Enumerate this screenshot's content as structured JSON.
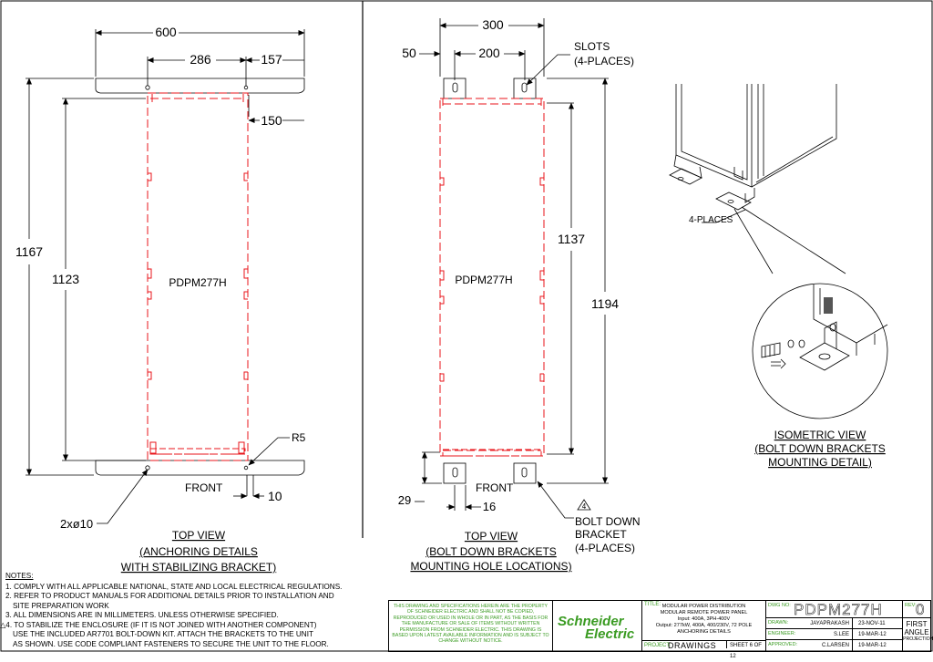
{
  "views": {
    "left": {
      "dims": {
        "w600": "600",
        "w286": "286",
        "w157": "157",
        "w150": "150",
        "h1167": "1167",
        "h1123": "1123",
        "r5": "R5",
        "front": "FRONT",
        "d10": "10",
        "hole": "2xø10"
      },
      "label": "PDPM277H",
      "title1": "TOP VIEW",
      "title2": "(ANCHORING DETAILS",
      "title3": "WITH STABILIZING BRACKET)"
    },
    "mid": {
      "dims": {
        "w300": "300",
        "w50": "50",
        "w200": "200",
        "h1137": "1137",
        "h1194": "1194",
        "front": "FRONT",
        "d29": "29",
        "d16": "16"
      },
      "slots1": "SLOTS",
      "slots2": "(4-PLACES)",
      "label": "PDPM277H",
      "note_num": "4",
      "bracket1": "BOLT DOWN",
      "bracket2": "BRACKET",
      "bracket3": "(4-PLACES)",
      "title1": "TOP VIEW",
      "title2": "(BOLT DOWN BRACKETS",
      "title3": "MOUNTING HOLE LOCATIONS)"
    },
    "iso": {
      "places": "4-PLACES",
      "title1": "ISOMETRIC VIEW",
      "title2": "(BOLT DOWN BRACKETS",
      "title3": "MOUNTING DETAIL)"
    }
  },
  "notes": {
    "header": "NOTES:",
    "lines": [
      "1. COMPLY WITH ALL APPLICABLE NATIONAL, STATE AND LOCAL ELECTRICAL REGULATIONS.",
      "2. REFER TO PRODUCT MANUALS FOR ADDITIONAL DETAILS PRIOR TO INSTALLATION AND",
      "    SITE PREPARATION WORK",
      "3. ALL DIMENSIONS ARE IN MILLIMETERS. UNLESS OTHERWISE SPECIFIED.",
      "△4. TO STABILIZE THE ENCLOSURE (IF IT IS NOT JOINED WITH ANOTHER COMPONENT)",
      "    USE THE INCLUDED AR7701 BOLT-DOWN KIT. ATTACH THE BRACKETS TO THE UNIT",
      "    AS SHOWN. USE CODE COMPLIANT FASTENERS TO SECURE THE UNIT TO THE FLOOR."
    ]
  },
  "title_block": {
    "disclaimer": "THIS DRAWING AND SPECIFICATIONS HEREIN ARE THE PROPERTY OF SCHNEIDER ELECTRIC AND SHALL NOT BE COPIED, REPRODUCED OR USED IN WHOLE OR IN PART, AS THE BASIS FOR THE MANUFACTURE OR SALE OF ITEMS WITHOUT WRITTEN PERMISSION FROM SCHNEIDER ELECTRIC. THIS DRAWING IS BASED UPON LATEST AVAILABLE INFORMATION AND IS SUBJECT TO CHANGE WITHOUT NOTICE.",
    "logo1": "Schneider",
    "logo2": "Electric",
    "title_cap": "TITLE:",
    "title_lines": [
      "MODULAR POWER DISTRIBUTION",
      "MODULAR REMOTE POWER PANEL",
      "Input: 400A, 3PH-400V",
      "Output: 277kW, 400A, 400/230V, 72 POLE",
      "ANCHORING DETAILS"
    ],
    "project_cap": "PROJECT:",
    "project": "DRAWINGS",
    "sheet": "SHEET 6 OF 12",
    "dwg_cap": "DWG NO:",
    "dwg_no": "PDPM277H",
    "rev_cap": "REV:",
    "rev": "0",
    "drawn_cap": "DRAWN:",
    "drawn": "JAYAPRAKASH",
    "drawn_date": "23-NOV-11",
    "eng_cap": "ENGINEER:",
    "eng": "S.LEE",
    "eng_date": "19-MAR-12",
    "appr_cap": "APPROVED:",
    "appr": "C.LARSEN",
    "appr_date": "19-MAR-12",
    "proj1": "FIRST",
    "proj2": "ANGLE",
    "proj3": "PROJECTION"
  },
  "colors": {
    "outline": "#000000",
    "hidden": "#e8161b",
    "brand": "#3a9b22"
  }
}
